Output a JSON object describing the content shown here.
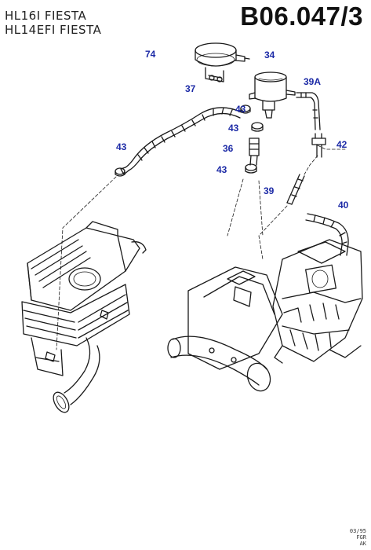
{
  "header": {
    "engine_lines": [
      "HL16I FIESTA",
      "HL14EFI FIESTA"
    ],
    "diagram_code": "B06.047/3"
  },
  "callouts": [
    {
      "id": "74",
      "label": "74"
    },
    {
      "id": "34",
      "label": "34"
    },
    {
      "id": "39A",
      "label": "39A"
    },
    {
      "id": "37",
      "label": "37"
    },
    {
      "id": "43a",
      "label": "43"
    },
    {
      "id": "43b",
      "label": "43"
    },
    {
      "id": "43c",
      "label": "43"
    },
    {
      "id": "43d",
      "label": "43"
    },
    {
      "id": "36",
      "label": "36"
    },
    {
      "id": "42",
      "label": "42"
    },
    {
      "id": "39",
      "label": "39"
    },
    {
      "id": "40",
      "label": "40"
    }
  ],
  "footer": {
    "date": "03/95",
    "code_1": "FGR",
    "code_2": "AK"
  },
  "colors": {
    "callout": "#1c2aa6",
    "line_art": "#1a1a1a"
  }
}
